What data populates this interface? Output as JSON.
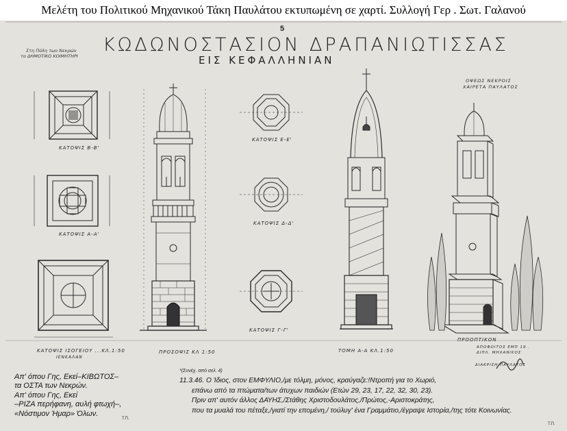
{
  "caption": "Μελέτη του Πολιτικού  Μηχανικού Τάκη Παυλάτου  εκτυπωμένη  σε χαρτί.  Συλλογή Γερ . Σωτ. Γαλανού",
  "page_number": "5",
  "drawing": {
    "title": "ΚΩΔΩΝΟΣΤΑΣΙΟΝ ΔΡΑΠΑΝΙΩΤΙΣΣΑΣ",
    "subtitle": "ΕΙΣ ΚΕΦΑΛΛΗΝΙΑΝ",
    "dedication_line1": "Στη Πόλη των Νεκρών",
    "dedication_line2": "το ΔΗΜΟΤΙΚΟ ΚΟΙΜΗΤΗΡΙ",
    "labels": {
      "plan_b": "ΚΑΤΟΨΙΣ  Β-Β'",
      "plan_a": "ΚΑΤΟΨΙΣ  Α-Α'",
      "plan_ground": "ΚΑΤΟΨΙΣ  ΙΣΟΓΕΙΟΥ ...ΚΛ.1:50",
      "plan_ground_sub": "ΙΕΝΚΑΛΑΝ",
      "facade": "ΠΡΟΣΟΨΙΣ  ΚΛ 1:50",
      "plan_c": "ΚΑΤΟΨΙΣ  Ε-Ε'",
      "plan_d": "ΚΑΤΟΨΙΣ  Δ-Δ'",
      "plan_e": "ΚΑΤΟΨΙΣ  Γ-Γ'",
      "section": "ΤΟΜΗ  Α-Α  ΚΛ.1:50",
      "perspective_top1": "ΟΨΕΩΣ  ΝΕΚΡΟΙΣ",
      "perspective_top2": "ΧΑΙΡΕΤΑ  ΠΑΥΛΑΤΟΣ",
      "perspective": "ΠΡΟΟΠΤΙΚΟΝ",
      "signature_note1": "ΑΠΟΦΟΙΤΟΣ ΕΜΠ 19..",
      "signature_note2": "ΔΙΠΛ. ΜΗΧΑΝΙΚΟΣ",
      "signature_note3": "ΔΙΑΚΡΙΣΗ ΠΑΥΛΑΤΟΣ"
    }
  },
  "poem": [
    "Απ' όπου Γης, Εκεί–ΚΙΒΩΤΟΣ–",
    "τα ΟΣΤΑ των Νεκρών.",
    "Απ' όπου Γης, Εκεί",
    "–ΡΙΖΑ περήφανη, αυλή φτωχή–,",
    "«Νόστιμον Ήμαρ» Όλων."
  ],
  "poem_initials": "Τ.Π.",
  "story_source": "*(Συνέχ. από σελ. 4)",
  "story": [
    "11.3.46. Ο Ίδιος, στον ΕΜΦΥΛΙΟ,/με τόλμη, μόνος, κραύγαζε:!Ντροπή για το Χωριό,",
    "επάνω από τα  πτώματα/των άτυχων παιδιών  (Ετών 29, 23, 17, 22, 32, 30, 23).",
    "Πριν απ' αυτόν άλλος ΔΑΥΗΣ,/Στάθης Χριστοδουλάτος,/Πρώτος,-Αριστοκράτης,",
    "που τα μυαλά του πέταξε,/γιατί την επομένη,/ τούλυγ' ένα Γραμμάτιο,/έγραψε Ιστορία,/της τότε  Κοινωνίας."
  ],
  "story_initials": "Τ.Π."
}
